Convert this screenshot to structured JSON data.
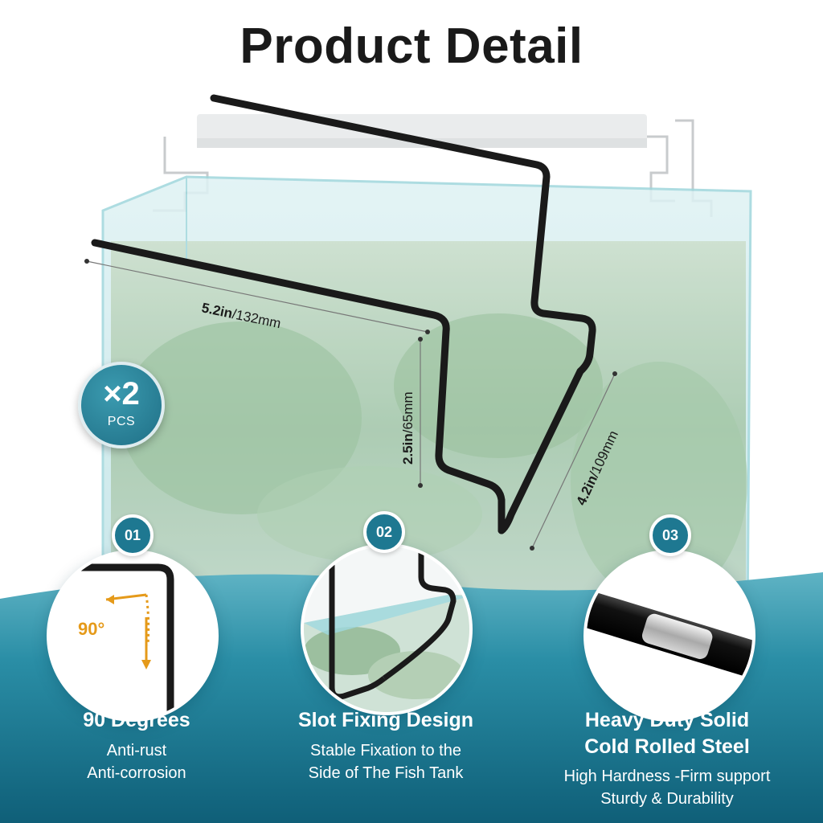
{
  "title": "Product Detail",
  "badge": {
    "quantity": "×2",
    "unit": "PCS"
  },
  "dimensions": {
    "length": {
      "bold": "5.2in",
      "rest": "/132mm"
    },
    "height": {
      "bold": "2.5in",
      "rest": "/65mm"
    },
    "slant": {
      "bold": "4.2in",
      "rest": "/109mm"
    }
  },
  "features": [
    {
      "number": "01",
      "title": [
        "90 Degrees"
      ],
      "desc": [
        "Anti-rust",
        "Anti-corrosion"
      ],
      "angle_label": "90°"
    },
    {
      "number": "02",
      "title": [
        "Slot Fixing Design"
      ],
      "desc": [
        "Stable Fixation to the",
        "Side of The Fish Tank"
      ]
    },
    {
      "number": "03",
      "title": [
        "Heavy Duty Solid",
        "Cold Rolled Steel"
      ],
      "desc": [
        "High Hardness -Firm support",
        "Sturdy & Durability"
      ]
    }
  ],
  "colors": {
    "accent": "#1e7891",
    "wave_top": "#2a8ea6",
    "wave_bottom": "#0f5f78",
    "steel": "#1a1a1a",
    "arrow": "#e59a1a"
  }
}
